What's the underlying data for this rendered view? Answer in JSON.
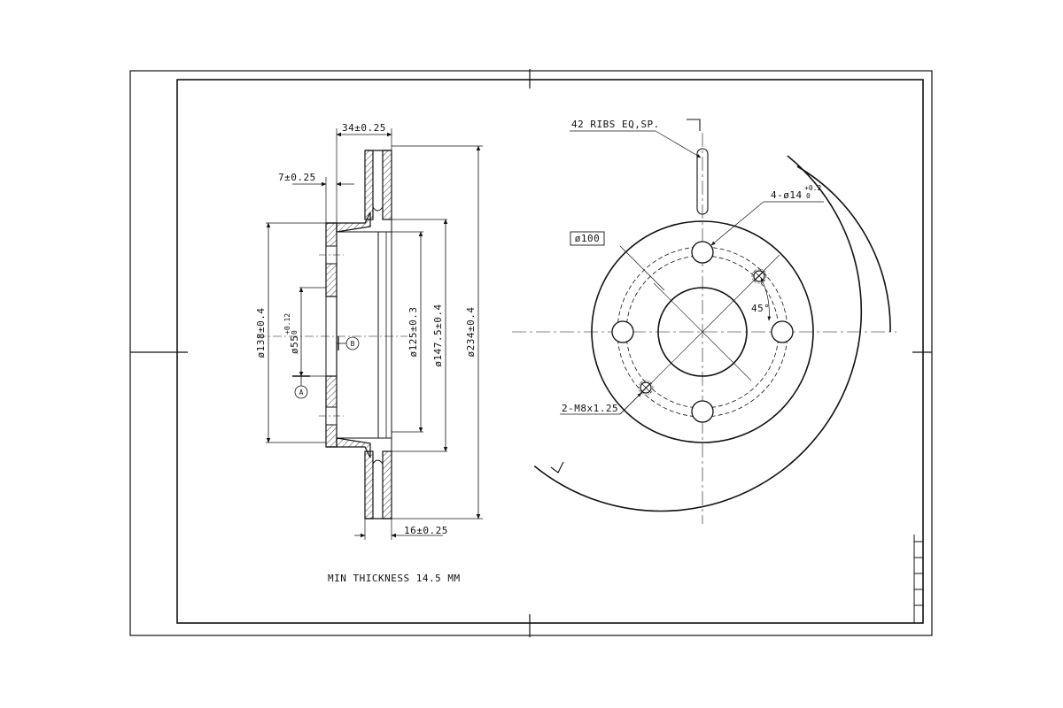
{
  "drawing": {
    "colors": {
      "ink": "#111111",
      "paper": "#ffffff"
    },
    "section_view": {
      "dims": {
        "hat_height": "34±0.25",
        "flange_thickness": "7±0.25",
        "pilot_diameter": "ø138±0.4",
        "center_bore_main": "ø55",
        "center_bore_tol_upper": "+0.12",
        "center_bore_tol_lower": "0",
        "inner_diameter": "ø125±0.3",
        "hat_diameter": "ø147.5±0.4",
        "outer_diameter": "ø234±0.4",
        "disc_thickness": "16±0.25"
      },
      "datum_a": "A",
      "datum_b": "B"
    },
    "front_view": {
      "ribs_note": "42 RIBS EQ,SP.",
      "hole_note_main": "4-ø14",
      "hole_tol_upper": "+0.2",
      "hole_tol_lower": "0",
      "pcd_label": "ø100",
      "angle_label": "45°",
      "thread_note": "2-M8x1.25"
    },
    "notes": {
      "min_thickness": "MIN THICKNESS 14.5 MM"
    }
  }
}
